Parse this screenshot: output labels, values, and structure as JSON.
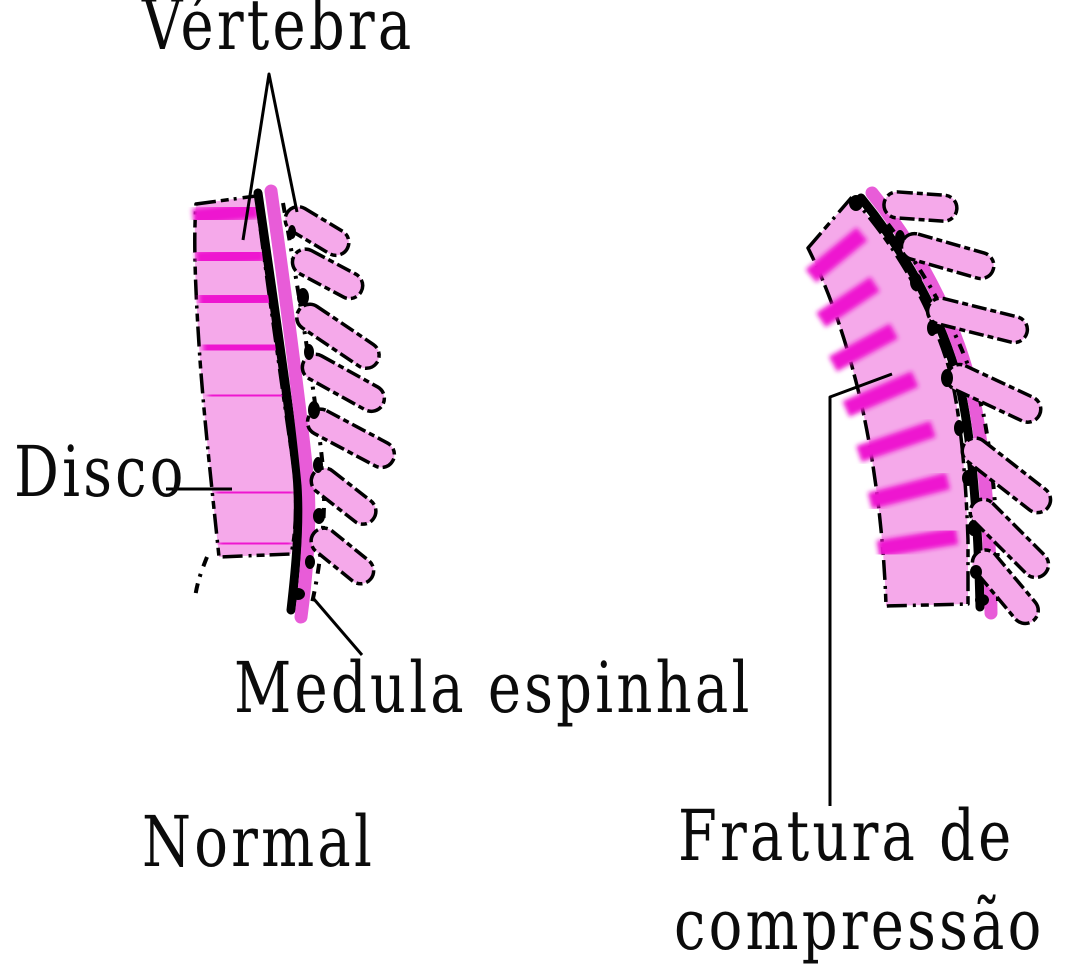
{
  "diagram": {
    "annotations": {
      "vertebra": "Vértebra",
      "disc": "Disco",
      "spinal_cord": "Medula espinhal"
    },
    "captions": {
      "left_spine": "Normal",
      "right_spine_line1": "Fratura de",
      "right_spine_line2": "compressão"
    },
    "colors": {
      "bone_fill": "#f5a9ea",
      "disc_band": "#ee18d0",
      "cord_stripe": "#e85cd8",
      "outline": "#000000",
      "background": "#ffffff"
    }
  }
}
